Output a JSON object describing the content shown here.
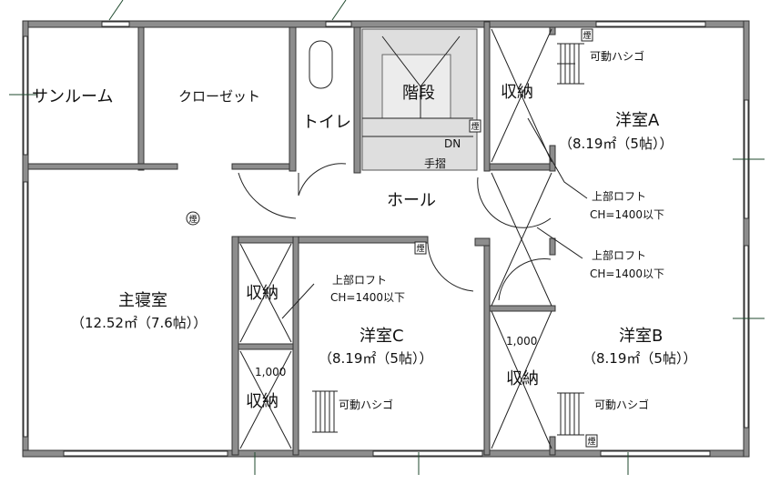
{
  "rooms": {
    "sunroom": "サンルーム",
    "closet": "クローゼット",
    "toilet": "トイレ",
    "stairs": "階段",
    "stairs_dn": "DN",
    "handrail": "手摺",
    "hall": "ホール",
    "master": {
      "name": "主寝室",
      "area": "（12.52㎡（7.6帖））"
    },
    "room_a": {
      "name": "洋室A",
      "area": "（8.19㎡（5帖））"
    },
    "room_b": {
      "name": "洋室B",
      "area": "（8.19㎡（5帖））"
    },
    "room_c": {
      "name": "洋室C",
      "area": "（8.19㎡（5帖））"
    },
    "storage": "収納"
  },
  "notes": {
    "loft": "上部ロフト",
    "ceiling": "CH=1400以下",
    "ladder": "可動ハシゴ",
    "dimension": "1,000",
    "smoke_detector": "煙"
  }
}
